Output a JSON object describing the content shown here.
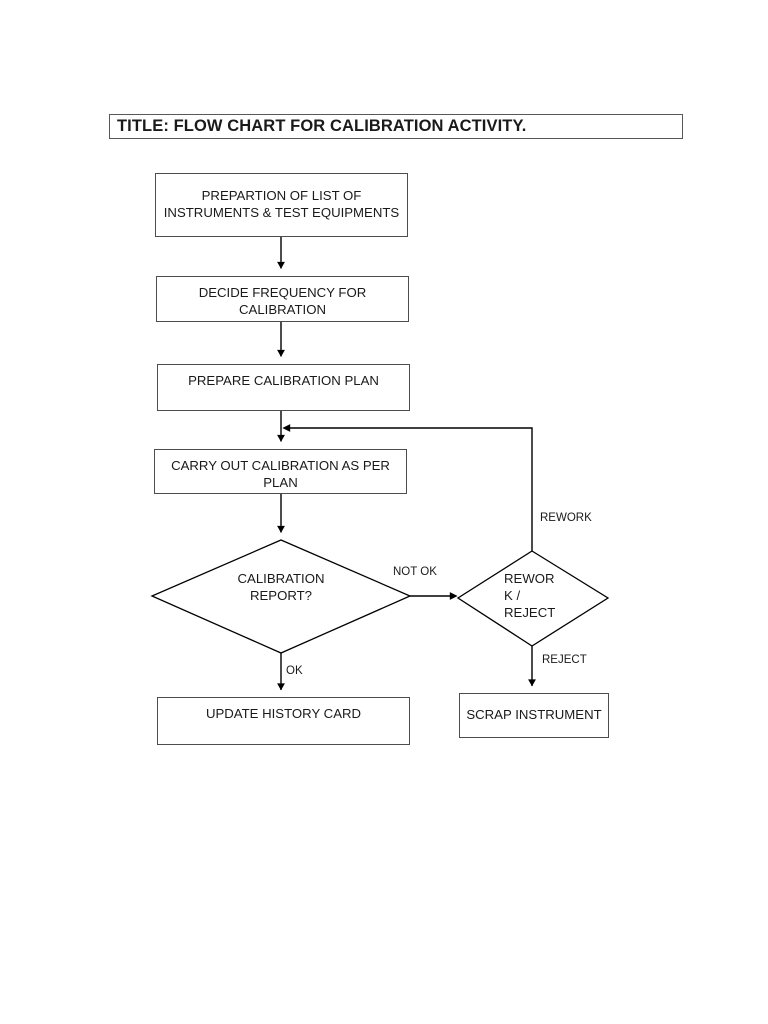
{
  "document": {
    "title_bar": {
      "text": "TITLE: FLOW CHART FOR CALIBRATION ACTIVITY."
    },
    "page_background": "#ffffff",
    "line_color": "#000000",
    "box_border_color": "#4d4d4f"
  },
  "chart_data": {
    "type": "diagram",
    "diagram_kind": "flowchart",
    "title": "TITLE: FLOW CHART FOR CALIBRATION ACTIVITY.",
    "orientation": "top-to-bottom",
    "nodes": [
      {
        "id": "preparation",
        "shape": "process",
        "label": "PREPARTION OF LIST OF INSTRUMENTS & TEST EQUIPMENTS"
      },
      {
        "id": "frequency",
        "shape": "process",
        "label": "DECIDE FREQUENCY FOR CALIBRATION"
      },
      {
        "id": "plan",
        "shape": "process",
        "label": "PREPARE CALIBRATION PLAN"
      },
      {
        "id": "carryout",
        "shape": "process",
        "label": "CARRY OUT CALIBRATION AS PER PLAN"
      },
      {
        "id": "calibration_report",
        "shape": "decision",
        "label": "CALIBRATION\nREPORT?"
      },
      {
        "id": "rework_reject",
        "shape": "decision",
        "label": "REWOR\nK /\nREJECT"
      },
      {
        "id": "update_history",
        "shape": "process",
        "label": "UPDATE HISTORY CARD"
      },
      {
        "id": "scrap",
        "shape": "process",
        "label": "SCRAP INSTRUMENT"
      }
    ],
    "edges": [
      {
        "from": "preparation",
        "to": "frequency",
        "label": ""
      },
      {
        "from": "frequency",
        "to": "plan",
        "label": ""
      },
      {
        "from": "plan",
        "to": "carryout",
        "label": ""
      },
      {
        "from": "carryout",
        "to": "calibration_report",
        "label": ""
      },
      {
        "from": "calibration_report",
        "to": "rework_reject",
        "label": "NOT OK"
      },
      {
        "from": "calibration_report",
        "to": "update_history",
        "label": "OK"
      },
      {
        "from": "rework_reject",
        "to": "carryout",
        "label": "REWORK"
      },
      {
        "from": "rework_reject",
        "to": "scrap",
        "label": "REJECT"
      }
    ],
    "edge_labels": {
      "not_ok": "NOT OK",
      "rework": "REWORK",
      "ok": "OK",
      "reject": "REJECT"
    }
  }
}
